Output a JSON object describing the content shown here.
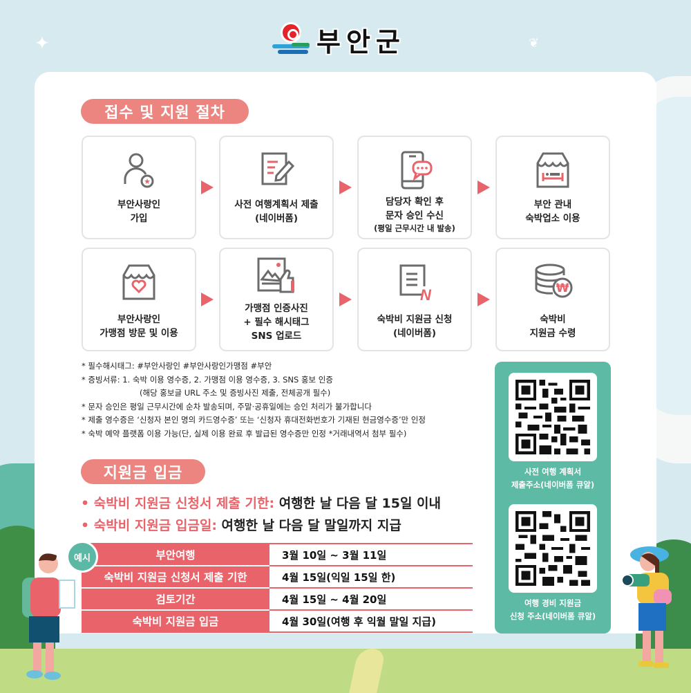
{
  "header": {
    "logo_text": "부안군"
  },
  "procedure": {
    "heading": "접수 및 지원 절차",
    "steps": [
      {
        "icon": "user-star-icon",
        "label_lines": [
          "부안사랑인",
          "가입"
        ],
        "sub": ""
      },
      {
        "icon": "document-edit-icon",
        "label_lines": [
          "사전 여행계획서 제출",
          "(네이버폼)"
        ],
        "sub": ""
      },
      {
        "icon": "phone-message-icon",
        "label_lines": [
          "담당자 확인 후",
          "문자 승인 수신"
        ],
        "sub": "(평일 근무시간 내 발송)"
      },
      {
        "icon": "lodging-bed-icon",
        "label_lines": [
          "부안 관내",
          "숙박업소 이용"
        ],
        "sub": ""
      },
      {
        "icon": "store-heart-icon",
        "label_lines": [
          "부안사랑인",
          "가맹점 방문 및 이용"
        ],
        "sub": ""
      },
      {
        "icon": "photo-thumbsup-icon",
        "label_lines": [
          "가맹점 인증사진",
          "+ 필수 해시태그",
          "SNS 업로드"
        ],
        "sub": ""
      },
      {
        "icon": "document-n-icon",
        "label_lines": [
          "숙박비 지원금 신청",
          "(네이버폼)"
        ],
        "sub": ""
      },
      {
        "icon": "coins-won-icon",
        "label_lines": [
          "숙박비",
          "지원금 수령"
        ],
        "sub": ""
      }
    ]
  },
  "notes": [
    "* 필수해시태그: #부안사랑인  #부안사랑인가맹점  #부안",
    "* 증빙서류: 1. 숙박 이용 영수증, 2. 가맹점 이용 영수증, 3. SNS 홍보 인증",
    "(해당 홍보글 URL 주소 및 증빙사진 제출, 전체공개 필수)",
    "* 문자 승인은 평일 근무시간에 순차 발송되며, 주말·공휴일에는 승인 처리가 불가합니다",
    "* 제출 영수증은 ‘신청자 본인 명의 카드영수증’ 또는 ‘신청자 휴대전화번호가 기재된 현금영수증’만 인정",
    "* 숙박 예약 플랫폼 이용 가능(단, 실제 이용 완료 후 발급된 영수증만 인정 *거래내역서 첨부 필수)"
  ],
  "deposit": {
    "heading": "지원금 입금",
    "bullets": [
      {
        "label": "숙박비 지원금 신청서 제출 기한:",
        "value": " 여행한 날 다음 달 15일 이내"
      },
      {
        "label": "숙박비 지원금 입금일:",
        "value": " 여행한 날 다음 달 말일까지 지급"
      }
    ],
    "example_badge": "예시",
    "example_rows": [
      {
        "key": "부안여행",
        "value": "3월 10일 ~ 3월 11일"
      },
      {
        "key": "숙박비 지원금 신청서 제출 기한",
        "value": "4월 15일(익일 15일 한)"
      },
      {
        "key": "검토기간",
        "value": "4월 15일 ~ 4월 20일"
      },
      {
        "key": "숙박비 지원금 입금",
        "value": "4월 30일(여행 후 익월 말일 지급)"
      }
    ]
  },
  "qr_codes": [
    {
      "caption_lines": [
        "사전 여행 계획서",
        "제출주소(네이버폼 큐알)"
      ]
    },
    {
      "caption_lines": [
        "여행 경비 지원금",
        "신청 주소(네이버폼 큐알)"
      ]
    }
  ],
  "colors": {
    "accent_red": "#e8636a",
    "pill_pink": "#ec8480",
    "teal": "#5dbaa5",
    "sky": "#d6eaf0",
    "grass": "#bfdc85"
  }
}
